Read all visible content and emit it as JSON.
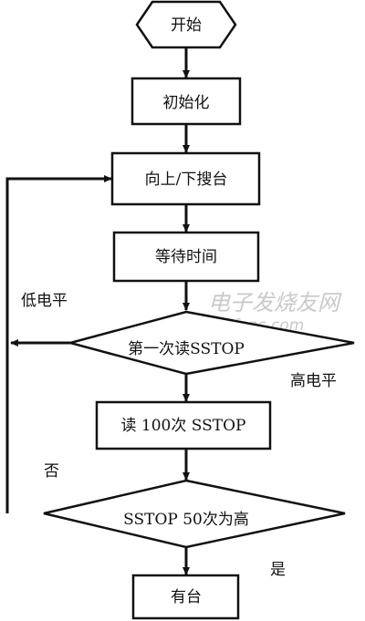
{
  "nodes": {
    "start": "开始",
    "init": "初始化",
    "search": "向上/下搜台",
    "wait": "等待时间",
    "first_read": "第一次读SSTOP",
    "read_100": "读 100次 SSTOP",
    "check_50": "SSTOP 50次为高",
    "found": "有台"
  },
  "edges": {
    "low_level": "低电平",
    "high_level": "高电平",
    "no": "否",
    "yes": "是"
  },
  "watermark": {
    "cn": "电子发烧友网",
    "en": "www.elecfans.com"
  }
}
